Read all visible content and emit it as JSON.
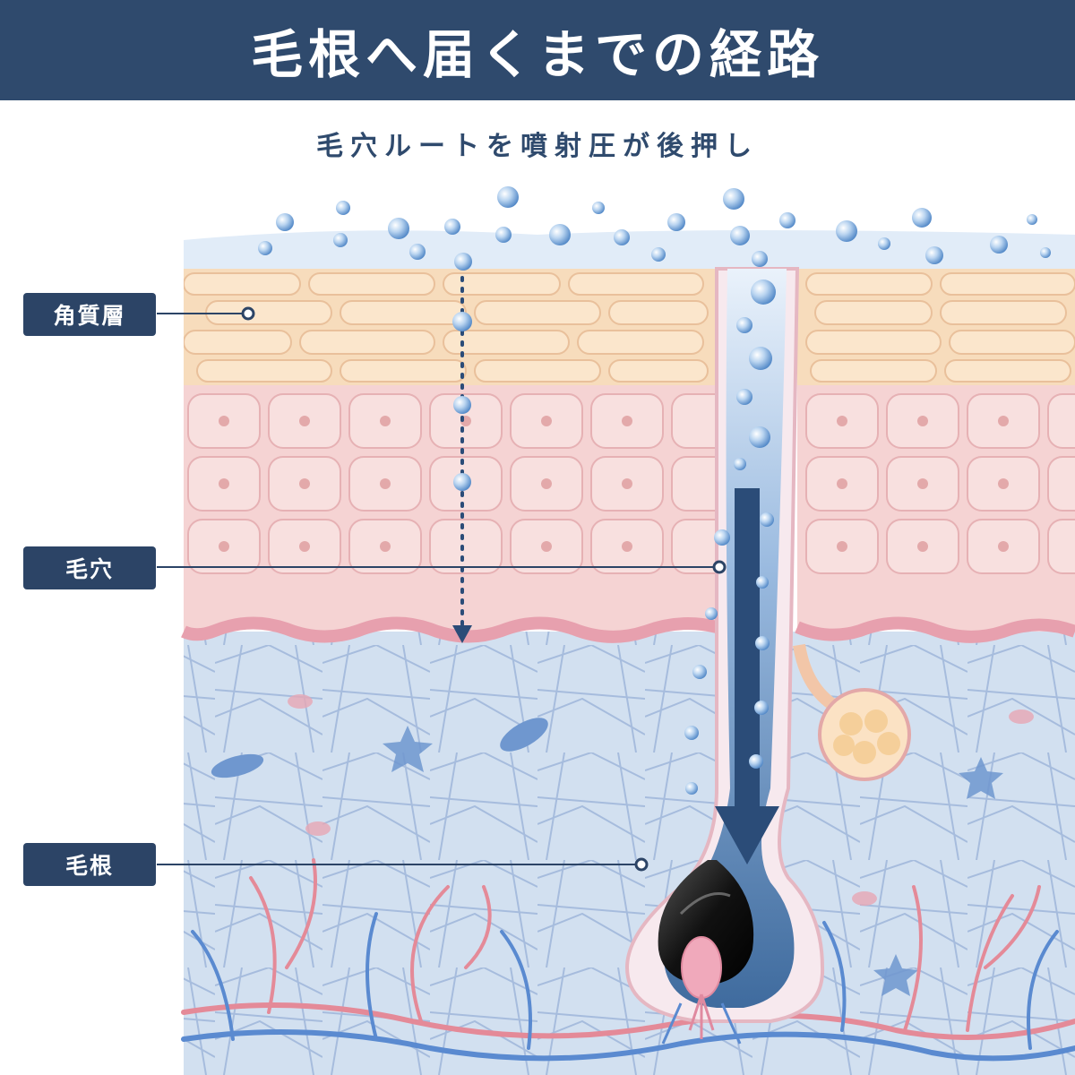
{
  "title": "毛根へ届くまでの経路",
  "subtitle": "毛穴ルートを噴射圧が後押し",
  "labels": {
    "stratum_corneum": "角質層",
    "pore": "毛穴",
    "hair_root": "毛根"
  },
  "colors": {
    "header_bg": "#2f4a6d",
    "label_bg": "#2c4466",
    "stratum_corneum": "#f7dcbc",
    "epidermis": "#f5d3d3",
    "dermis": "#d2e0f0",
    "droplet": "#8fb6e0",
    "arrow": "#2b4c78"
  }
}
